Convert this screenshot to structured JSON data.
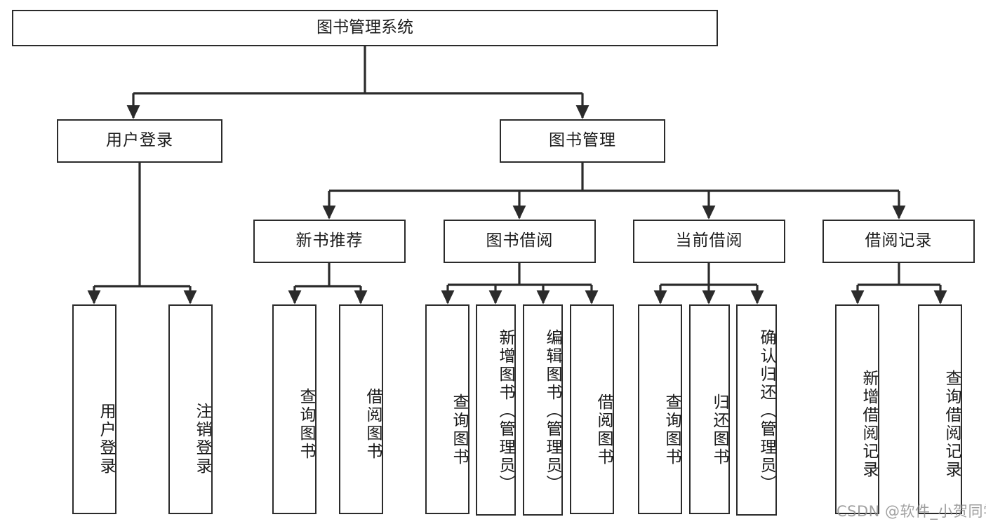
{
  "diagram": {
    "type": "tree-hierarchy",
    "title": "图书管理系统",
    "orientation": "top-down",
    "colors": {
      "box_border": "#2b2b2b",
      "box_fill": "#ffffff",
      "edge": "#2b2b2b",
      "text": "#1a1a1a",
      "watermark": "#8c8c8c",
      "background": "#ffffff"
    }
  },
  "watermark": {
    "text": "CSDN @软件_小贺同学"
  },
  "nodes": {
    "root": {
      "label": "图书管理系统"
    },
    "level2": [
      {
        "id": "user-login",
        "label": "用户登录"
      },
      {
        "id": "book-manage",
        "label": "图书管理"
      }
    ],
    "level3": [
      {
        "id": "new-book-recommend",
        "label": "新书推荐"
      },
      {
        "id": "book-borrow",
        "label": "图书借阅"
      },
      {
        "id": "current-borrow",
        "label": "当前借阅"
      },
      {
        "id": "borrow-record",
        "label": "借阅记录"
      }
    ],
    "leaves": {
      "user_login": [
        {
          "id": "leaf-user-login",
          "label": "用户登录"
        },
        {
          "id": "leaf-logout-login",
          "label": "注销登录"
        }
      ],
      "new_book_recommend": [
        {
          "id": "leaf-query-book-1",
          "label": "查询图书"
        },
        {
          "id": "leaf-borrow-book-1",
          "label": "借阅图书"
        }
      ],
      "book_borrow": [
        {
          "id": "leaf-query-book-2",
          "label": "查询图书"
        },
        {
          "id": "leaf-add-book-admin",
          "label": "新增图书（管理员）"
        },
        {
          "id": "leaf-edit-book-admin",
          "label": "编辑图书（管理员）"
        },
        {
          "id": "leaf-borrow-book-2",
          "label": "借阅图书"
        }
      ],
      "current_borrow": [
        {
          "id": "leaf-query-book-3",
          "label": "查询图书"
        },
        {
          "id": "leaf-return-book",
          "label": "归还图书"
        },
        {
          "id": "leaf-confirm-return-admin",
          "label": "确认归还（管理员）"
        }
      ],
      "borrow_record": [
        {
          "id": "leaf-add-borrow-record",
          "label": "新增借阅记录"
        },
        {
          "id": "leaf-query-borrow-record",
          "label": "查询借阅记录"
        }
      ]
    }
  }
}
